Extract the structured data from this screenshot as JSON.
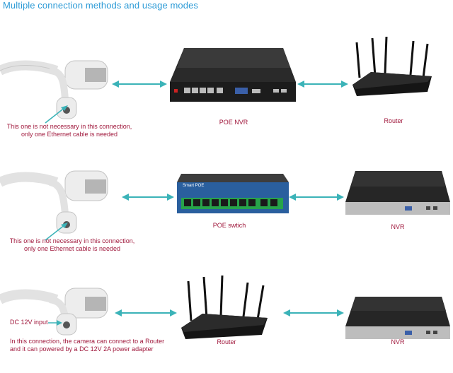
{
  "title": "Multiple connection methods and usage modes",
  "colors": {
    "title": "#2b9ad6",
    "label": "#a0183c",
    "arrow": "#3bb3b8",
    "device_dark": "#222222",
    "switch_blue": "#2a5f9e",
    "switch_green": "#27a34a"
  },
  "rows": [
    {
      "note_line1": "This one is not necessary in this connection,",
      "note_line2": "only one  Ethernet cable is needed",
      "middle_label": "POE NVR",
      "right_label": "Router"
    },
    {
      "note_line1": "This one is not necessary in this connection,",
      "note_line2": "only one  Ethernet cable is needed",
      "middle_label": "POE swtich",
      "middle_brand": "Smart POE",
      "right_label": "NVR"
    },
    {
      "dc_label": "DC 12V input",
      "note_line1": "In this connection, the camera can connect to a Router",
      "note_line2": "and it can powered  by a DC 12V 2A power adapter",
      "middle_label": "Router",
      "right_label": "NVR"
    }
  ]
}
